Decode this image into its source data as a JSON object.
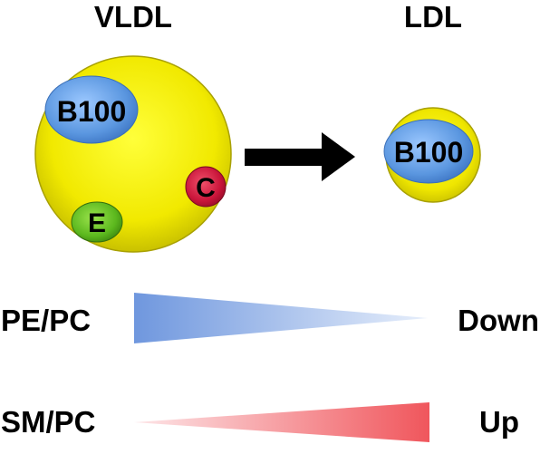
{
  "particles": {
    "vldl": {
      "label": "VLDL",
      "apolipoproteins": {
        "b100": "B100",
        "c": "C",
        "e": "E"
      }
    },
    "ldl": {
      "label": "LDL",
      "apolipoproteins": {
        "b100": "B100"
      }
    }
  },
  "ratios": [
    {
      "label": "PE/PC",
      "trend": "Down"
    },
    {
      "label": "SM/PC",
      "trend": "Up"
    }
  ],
  "colors": {
    "particle_core": "#f4ee00",
    "particle_edge": "#a8a000",
    "apo_b100": "#5f9be0",
    "apo_c": "#c8153a",
    "apo_e": "#5cb81e",
    "arrow": "#000000",
    "pe_pc_wedge": "#6f97de",
    "sm_pc_wedge": "#f0565c"
  }
}
